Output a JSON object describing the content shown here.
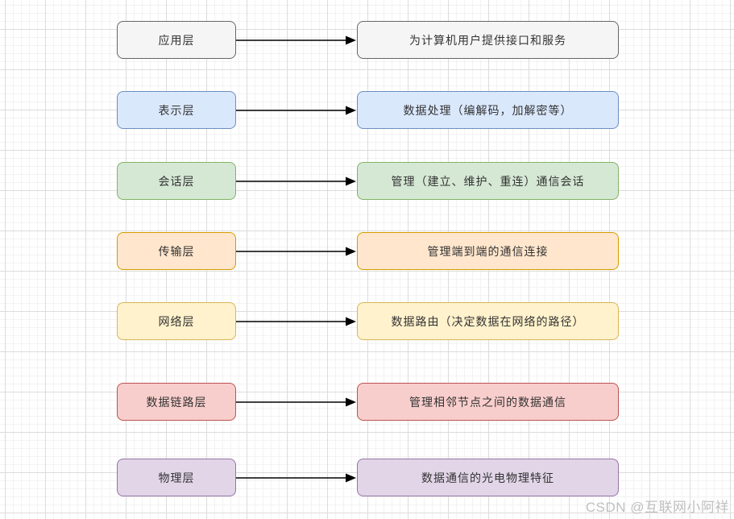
{
  "diagram": {
    "kind": "osi-seven-layer-flowchart",
    "arrow_color": "#000000",
    "grid_major_color": "#dcdcdc",
    "grid_minor_color": "#f4f2f2"
  },
  "layers": [
    {
      "name": "应用层",
      "description": "为计算机用户提供接口和服务",
      "fill": "#f5f5f5",
      "border": "#666666"
    },
    {
      "name": "表示层",
      "description": "数据处理（编解码，加解密等）",
      "fill": "#dae8fc",
      "border": "#6c8ebf"
    },
    {
      "name": "会话层",
      "description": "管理（建立、维护、重连）通信会话",
      "fill": "#d5e8d4",
      "border": "#82b366"
    },
    {
      "name": "传输层",
      "description": "管理端到端的通信连接",
      "fill": "#ffe6cc",
      "border": "#d79b00"
    },
    {
      "name": "网络层",
      "description": "数据路由（决定数据在网络的路径）",
      "fill": "#fff2cc",
      "border": "#d6b656"
    },
    {
      "name": "数据链路层",
      "description": "管理相邻节点之间的数据通信",
      "fill": "#f8cecc",
      "border": "#b85450"
    },
    {
      "name": "物理层",
      "description": "数据通信的光电物理特征",
      "fill": "#e1d5e7",
      "border": "#9673a6"
    }
  ],
  "watermark": {
    "text": "CSDN @互联网小阿祥",
    "color": "#c0c0c0"
  }
}
